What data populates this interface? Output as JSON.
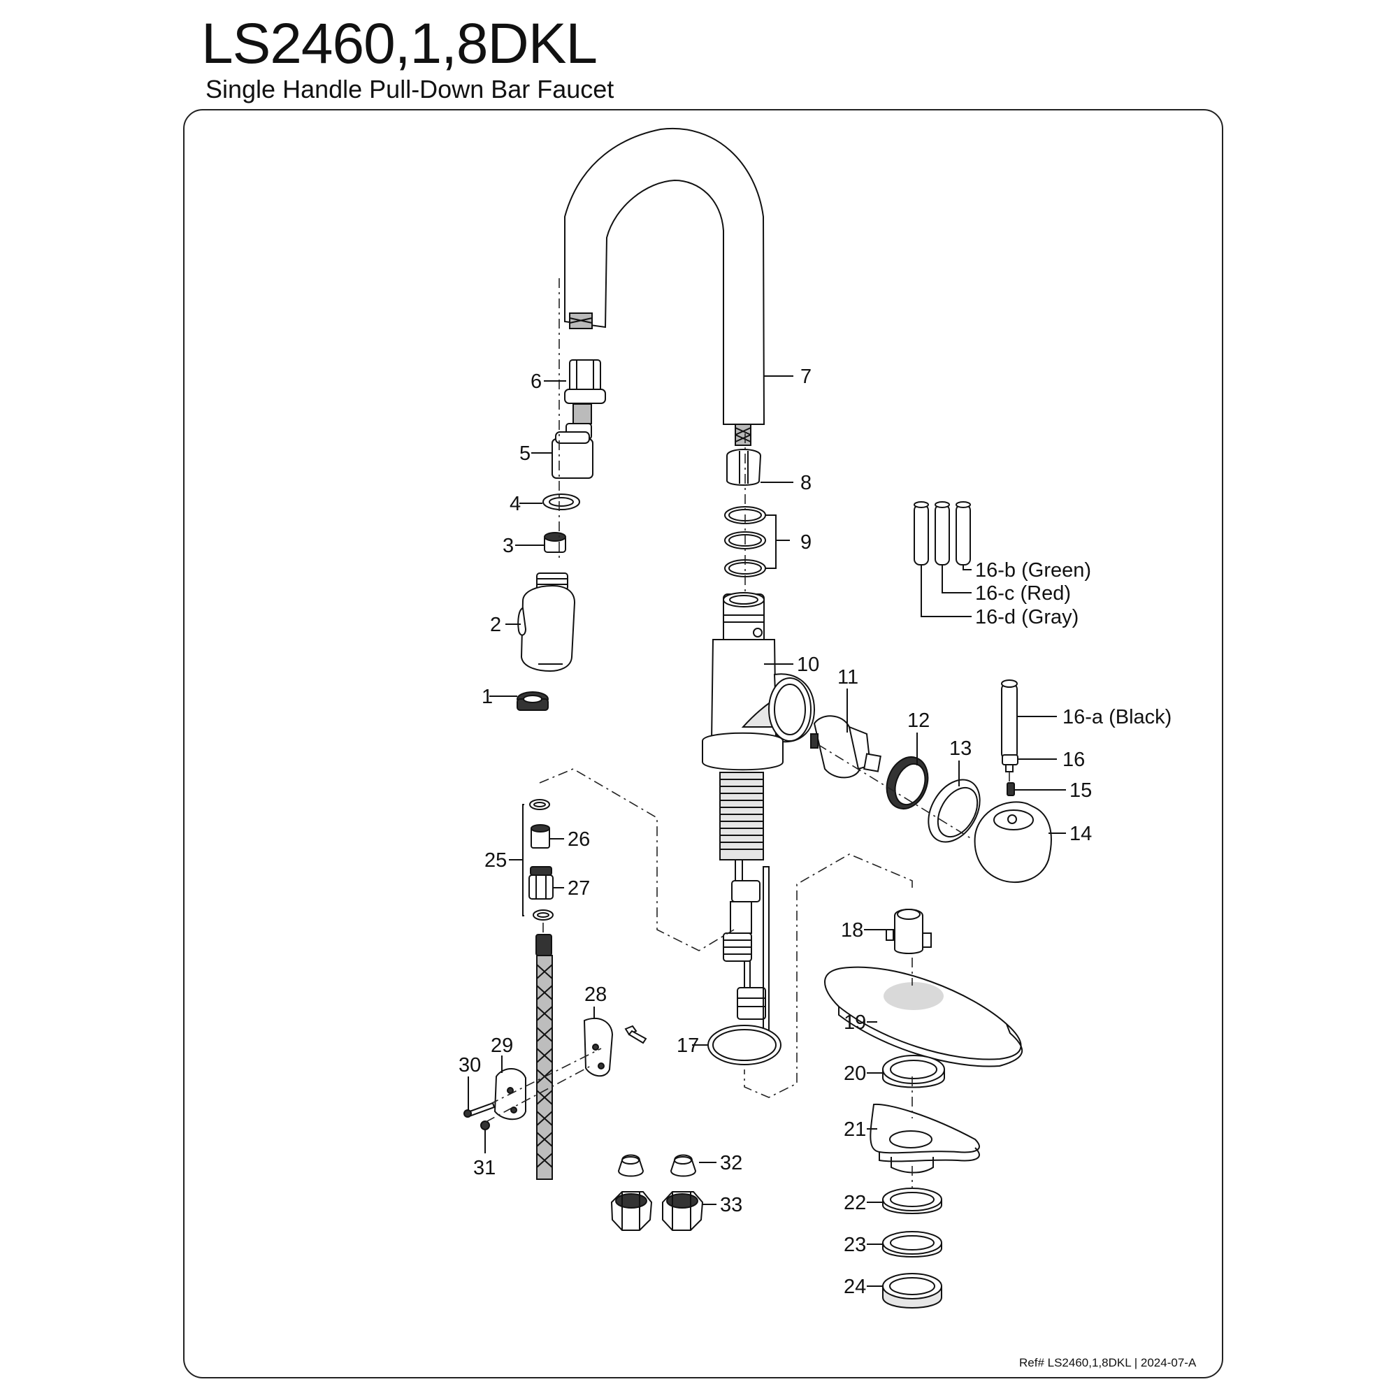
{
  "header": {
    "model": "LS2460,1,8DKL",
    "subtitle": "Single Handle Pull-Down Bar Faucet"
  },
  "footer": {
    "reference": "Ref# LS2460,1,8DKL | 2024-07-A"
  },
  "parts": [
    {
      "id": "1",
      "label": "1"
    },
    {
      "id": "2",
      "label": "2"
    },
    {
      "id": "3",
      "label": "3"
    },
    {
      "id": "4",
      "label": "4"
    },
    {
      "id": "5",
      "label": "5"
    },
    {
      "id": "6",
      "label": "6"
    },
    {
      "id": "7",
      "label": "7"
    },
    {
      "id": "8",
      "label": "8"
    },
    {
      "id": "9",
      "label": "9"
    },
    {
      "id": "10",
      "label": "10"
    },
    {
      "id": "11",
      "label": "11"
    },
    {
      "id": "12",
      "label": "12"
    },
    {
      "id": "13",
      "label": "13"
    },
    {
      "id": "14",
      "label": "14"
    },
    {
      "id": "15",
      "label": "15"
    },
    {
      "id": "16",
      "label": "16"
    },
    {
      "id": "16-a",
      "label": "16-a (Black)"
    },
    {
      "id": "16-b",
      "label": "16-b (Green)"
    },
    {
      "id": "16-c",
      "label": "16-c (Red)"
    },
    {
      "id": "16-d",
      "label": "16-d (Gray)"
    },
    {
      "id": "17",
      "label": "17"
    },
    {
      "id": "18",
      "label": "18"
    },
    {
      "id": "19",
      "label": "19"
    },
    {
      "id": "20",
      "label": "20"
    },
    {
      "id": "21",
      "label": "21"
    },
    {
      "id": "22",
      "label": "22"
    },
    {
      "id": "23",
      "label": "23"
    },
    {
      "id": "24",
      "label": "24"
    },
    {
      "id": "25",
      "label": "25"
    },
    {
      "id": "26",
      "label": "26"
    },
    {
      "id": "27",
      "label": "27"
    },
    {
      "id": "28",
      "label": "28"
    },
    {
      "id": "29",
      "label": "29"
    },
    {
      "id": "30",
      "label": "30"
    },
    {
      "id": "31",
      "label": "31"
    },
    {
      "id": "32",
      "label": "32"
    },
    {
      "id": "33",
      "label": "33"
    }
  ]
}
